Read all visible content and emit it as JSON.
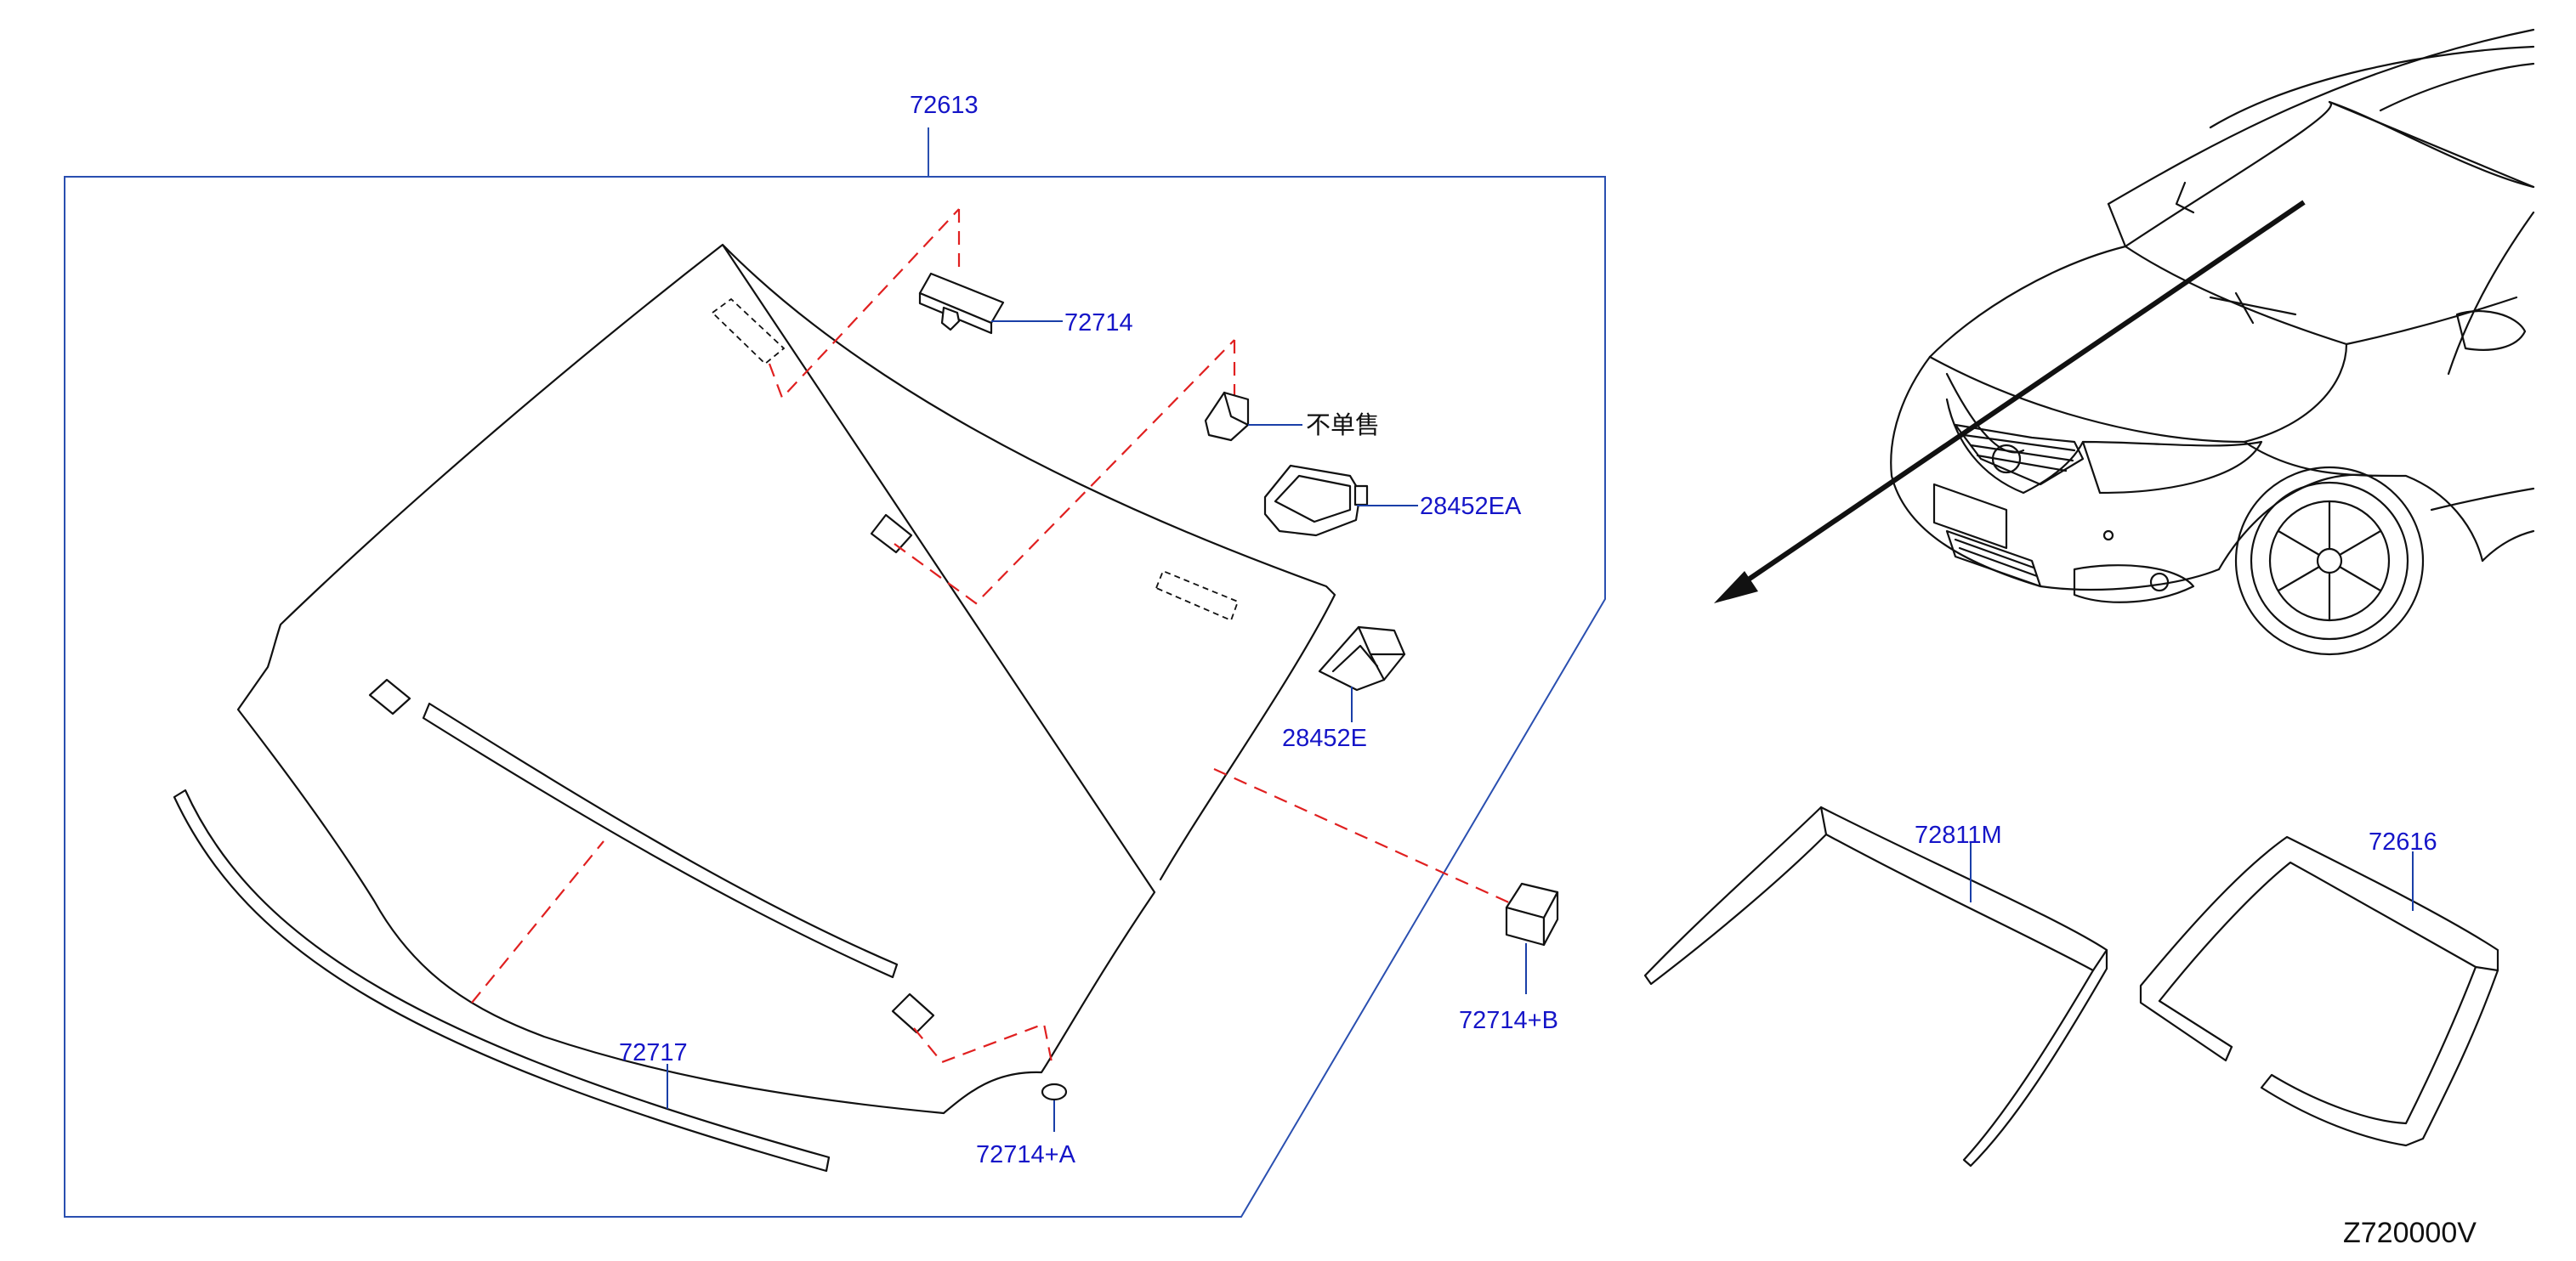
{
  "diagram": {
    "callouts": {
      "windshield_assembly": "72613",
      "clip_top": "72714",
      "not_sold_separately": "不单售",
      "sensor_bracket_ea": "28452EA",
      "sensor_bracket_e": "28452E",
      "spacer_b": "72714+B",
      "molding_lower": "72717",
      "spacer_a": "72714+A",
      "molding_side": "72811M",
      "dam_rubber": "72616"
    },
    "diagram_code": "Z720000V",
    "colors": {
      "callout": "#1515c8",
      "leader": "#1a3fa8",
      "dashed_reference": "#e02020",
      "line_art": "#111111"
    }
  }
}
